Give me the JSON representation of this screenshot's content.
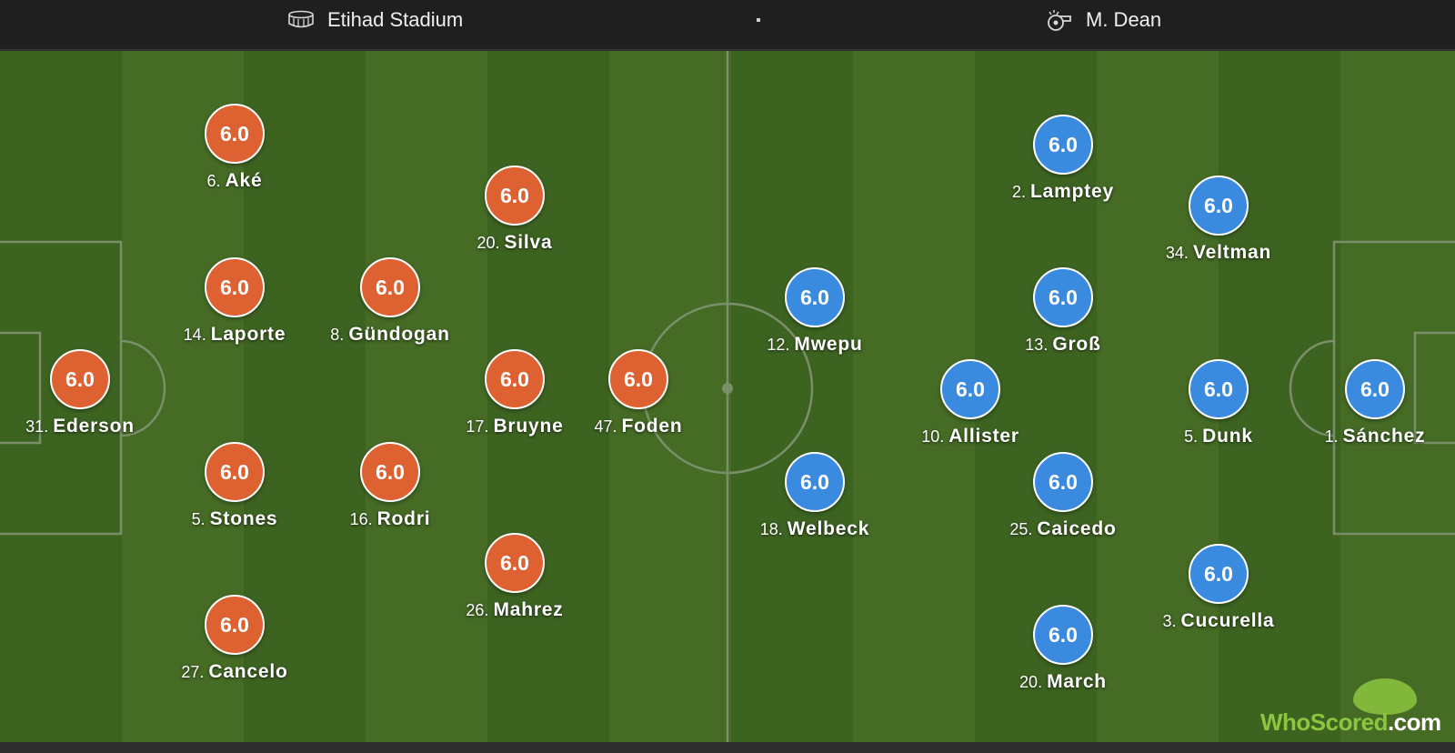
{
  "match_info": {
    "venue": "Etihad Stadium",
    "referee": "M. Dean"
  },
  "colors": {
    "home": "#dd6131",
    "away": "#3a8be0",
    "pitch": "#3d6321"
  },
  "home_players": [
    {
      "num": "6.",
      "name": "Aké",
      "rating": "6.0"
    },
    {
      "num": "14.",
      "name": "Laporte",
      "rating": "6.0"
    },
    {
      "num": "31.",
      "name": "Ederson",
      "rating": "6.0"
    },
    {
      "num": "5.",
      "name": "Stones",
      "rating": "6.0"
    },
    {
      "num": "27.",
      "name": "Cancelo",
      "rating": "6.0"
    },
    {
      "num": "8.",
      "name": "Gündogan",
      "rating": "6.0"
    },
    {
      "num": "16.",
      "name": "Rodri",
      "rating": "6.0"
    },
    {
      "num": "20.",
      "name": "Silva",
      "rating": "6.0"
    },
    {
      "num": "17.",
      "name": "Bruyne",
      "rating": "6.0"
    },
    {
      "num": "26.",
      "name": "Mahrez",
      "rating": "6.0"
    },
    {
      "num": "47.",
      "name": "Foden",
      "rating": "6.0"
    }
  ],
  "away_players": [
    {
      "num": "12.",
      "name": "Mwepu",
      "rating": "6.0"
    },
    {
      "num": "18.",
      "name": "Welbeck",
      "rating": "6.0"
    },
    {
      "num": "10.",
      "name": "Allister",
      "rating": "6.0"
    },
    {
      "num": "2.",
      "name": "Lamptey",
      "rating": "6.0"
    },
    {
      "num": "13.",
      "name": "Groß",
      "rating": "6.0"
    },
    {
      "num": "25.",
      "name": "Caicedo",
      "rating": "6.0"
    },
    {
      "num": "20.",
      "name": "March",
      "rating": "6.0"
    },
    {
      "num": "34.",
      "name": "Veltman",
      "rating": "6.0"
    },
    {
      "num": "5.",
      "name": "Dunk",
      "rating": "6.0"
    },
    {
      "num": "3.",
      "name": "Cucurella",
      "rating": "6.0"
    },
    {
      "num": "1.",
      "name": "Sánchez",
      "rating": "6.0"
    }
  ],
  "logo": {
    "part1": "WhoScored",
    "part2": ".com"
  }
}
